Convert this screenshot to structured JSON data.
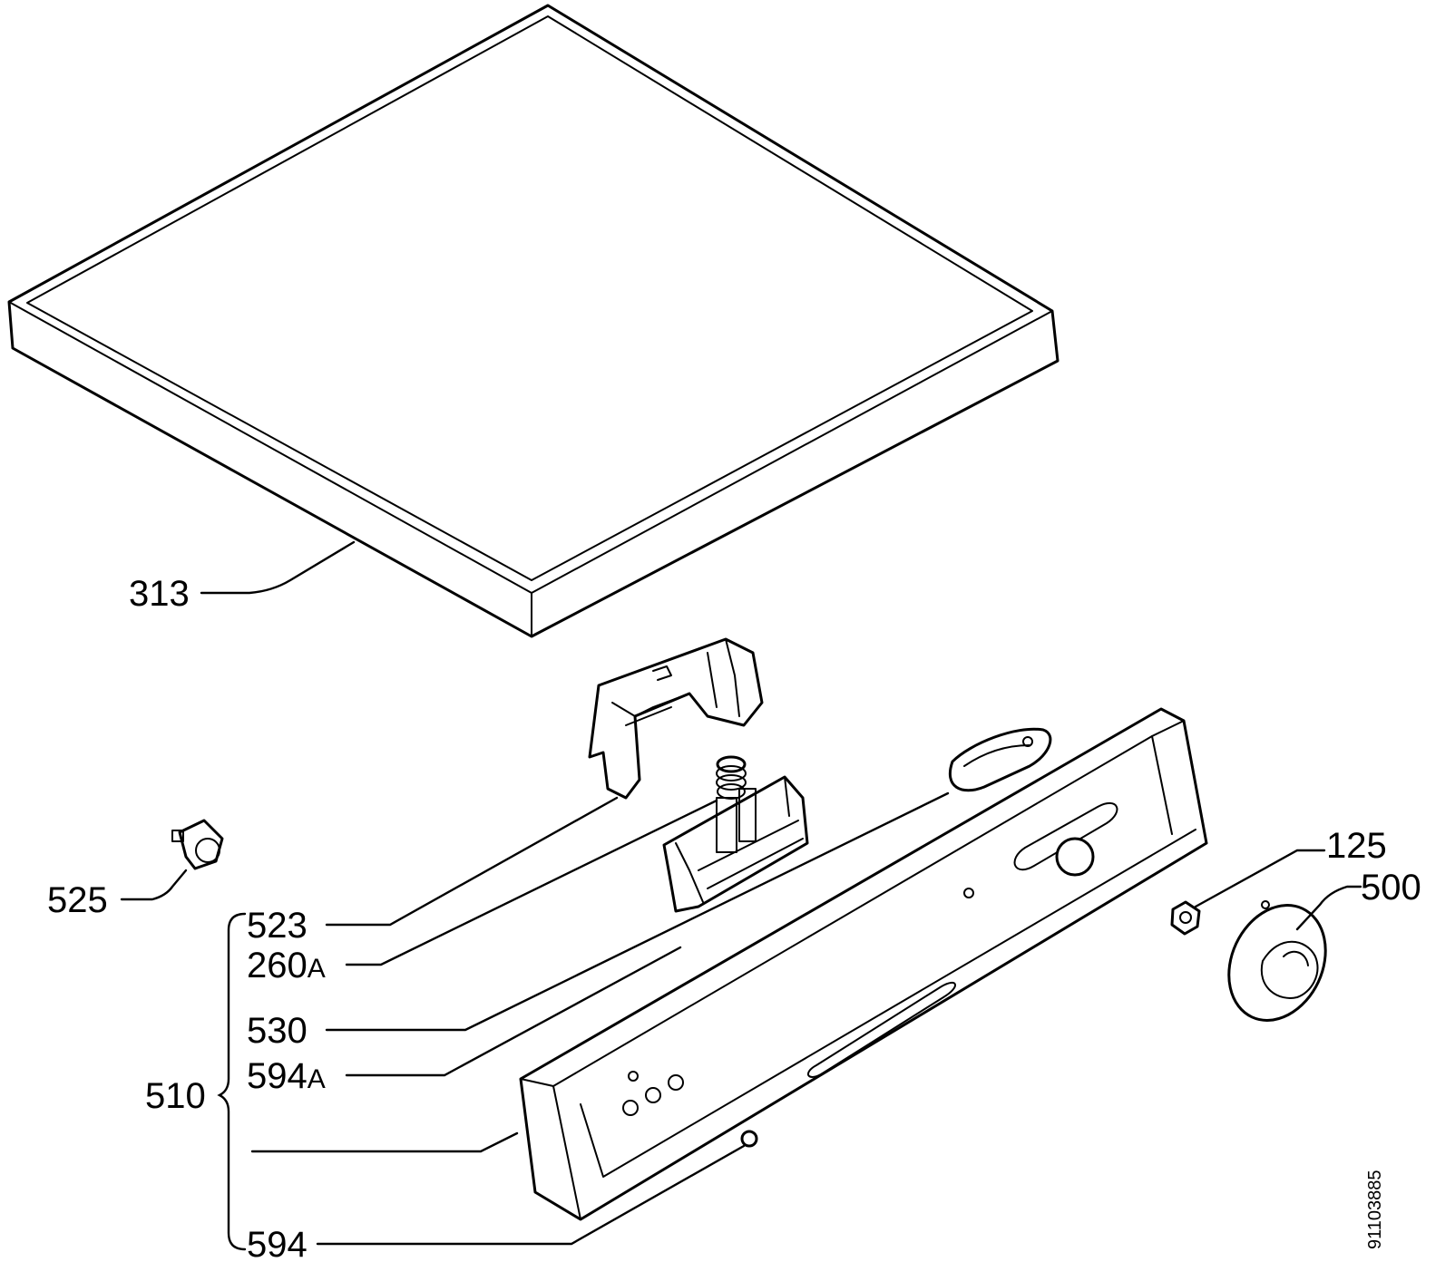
{
  "labels": {
    "cover": "313",
    "switch": "525",
    "bracket": "523",
    "spring": "260",
    "spring_suffix": "A",
    "holder": "530",
    "gasket": "594",
    "gasket_suffix": "A",
    "panel_group": "510",
    "knob_nut": "125",
    "knob": "500",
    "button": "594"
  },
  "drawing_number": "91103885"
}
